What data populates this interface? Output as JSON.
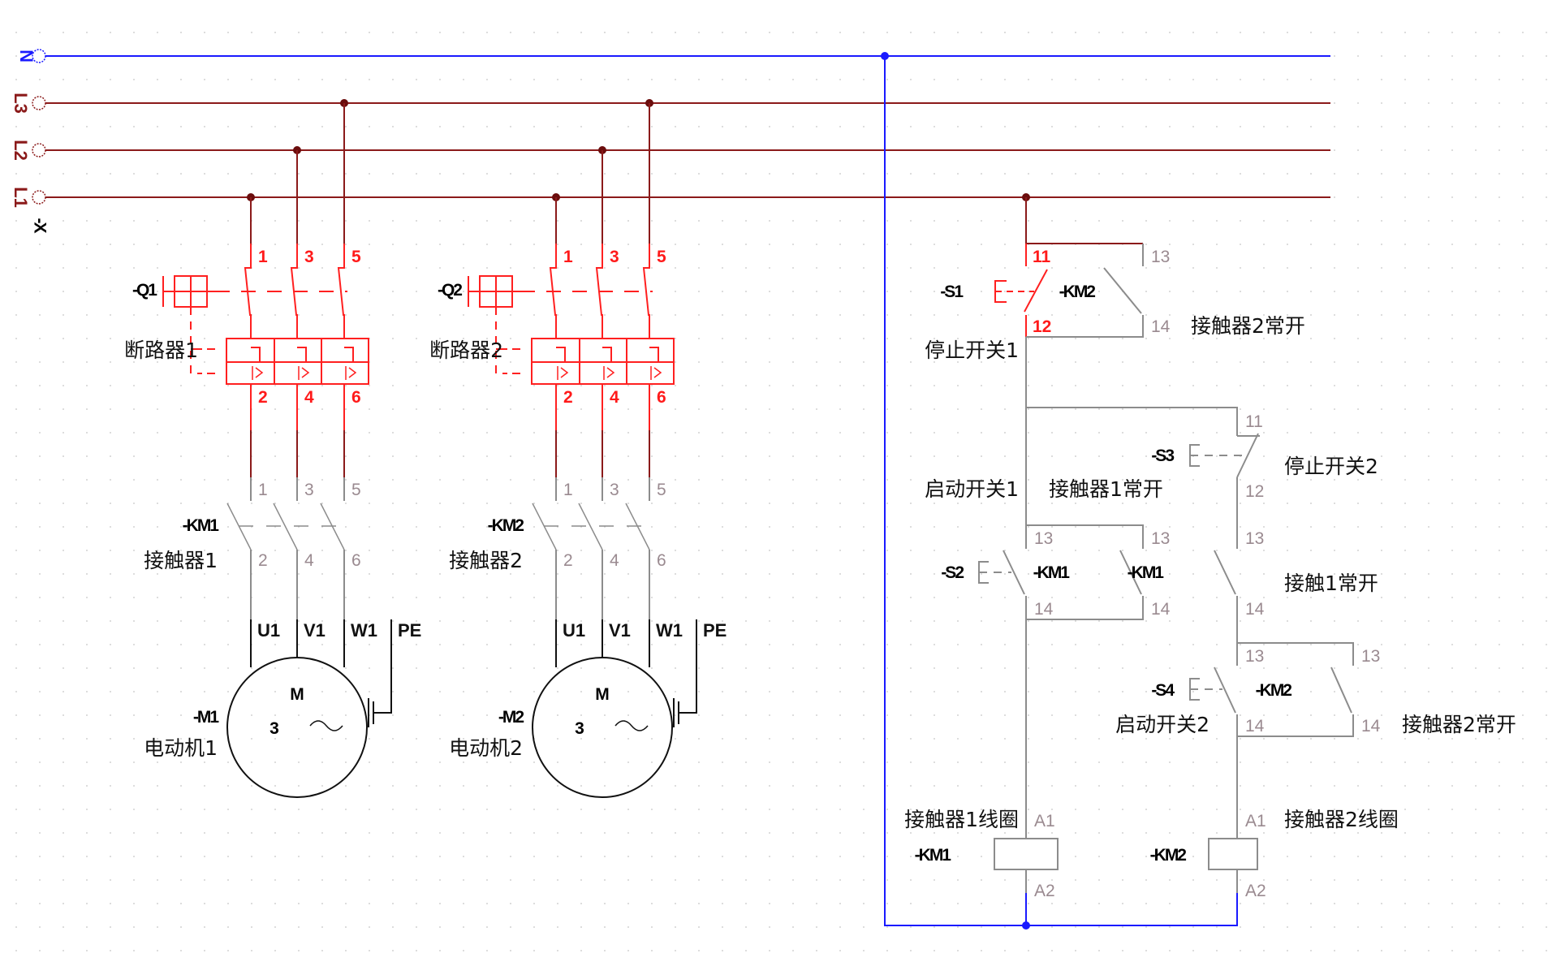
{
  "colors": {
    "neutral": "#1a1aff",
    "phase": "#8b1a1a",
    "breaker": "#ff2020",
    "contact": "#8c8c8c",
    "motor": "#111111",
    "grid": "#c8c8c8"
  },
  "terminal_strip": {
    "ref": "-X",
    "buses": [
      {
        "id": "N",
        "label": "N"
      },
      {
        "id": "L3",
        "label": "L3"
      },
      {
        "id": "L2",
        "label": "L2"
      },
      {
        "id": "L1",
        "label": "L1"
      }
    ]
  },
  "power_circuits": [
    {
      "breaker": {
        "ref": "-Q1",
        "name": "断路器1",
        "top_terminals": [
          "1",
          "3",
          "5"
        ],
        "bottom_terminals": [
          "2",
          "4",
          "6"
        ],
        "trip_symbol": "I>"
      },
      "contactor": {
        "ref": "-KM1",
        "name": "接触器1",
        "top_terminals": [
          "1",
          "3",
          "5"
        ],
        "bottom_terminals": [
          "2",
          "4",
          "6"
        ]
      },
      "motor": {
        "ref": "-M1",
        "name": "电动机1",
        "terminals": [
          "U1",
          "V1",
          "W1",
          "PE"
        ],
        "symbol_top": "M",
        "phases": "3",
        "ac_symbol": "~"
      }
    },
    {
      "breaker": {
        "ref": "-Q2",
        "name": "断路器2",
        "top_terminals": [
          "1",
          "3",
          "5"
        ],
        "bottom_terminals": [
          "2",
          "4",
          "6"
        ],
        "trip_symbol": "I>"
      },
      "contactor": {
        "ref": "-KM2",
        "name": "接触器2",
        "top_terminals": [
          "1",
          "3",
          "5"
        ],
        "bottom_terminals": [
          "2",
          "4",
          "6"
        ]
      },
      "motor": {
        "ref": "-M2",
        "name": "电动机2",
        "terminals": [
          "U1",
          "V1",
          "W1",
          "PE"
        ],
        "symbol_top": "M",
        "phases": "3",
        "ac_symbol": "~"
      }
    }
  ],
  "control_circuit": {
    "s1": {
      "ref": "-S1",
      "name": "停止开关1",
      "t1": "11",
      "t2": "12"
    },
    "km2_aux_top": {
      "ref": "-KM2",
      "name": "接触器2常开",
      "t1": "13",
      "t2": "14"
    },
    "s3": {
      "ref": "-S3",
      "name": "停止开关2",
      "t1": "11",
      "t2": "12"
    },
    "s2": {
      "ref": "-S2",
      "name": "启动开关1",
      "t1": "13",
      "t2": "14"
    },
    "km1_aux_hold": {
      "ref": "-KM1",
      "name": "接触器1常开",
      "t1": "13",
      "t2": "14"
    },
    "km1_aux_interlock": {
      "ref": "-KM1",
      "name": "接触1常开",
      "t1": "13",
      "t2": "14"
    },
    "s4": {
      "ref": "-S4",
      "name": "启动开关2",
      "t1": "13",
      "t2": "14"
    },
    "km2_aux_hold": {
      "ref": "-KM2",
      "name": "接触器2常开",
      "t1": "13",
      "t2": "14"
    },
    "coil1": {
      "ref": "-KM1",
      "name": "接触器1线圈",
      "t1": "A1",
      "t2": "A2"
    },
    "coil2": {
      "ref": "-KM2",
      "name": "接触器2线圈",
      "t1": "A1",
      "t2": "A2"
    }
  }
}
